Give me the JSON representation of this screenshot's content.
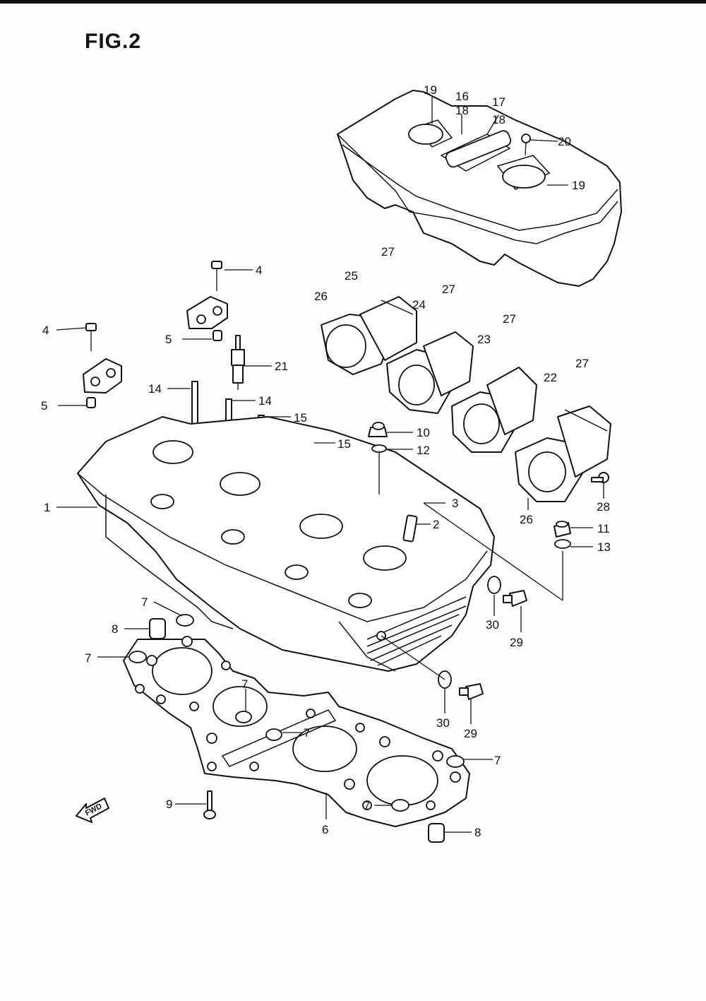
{
  "figure": {
    "title": "FIG.2"
  },
  "fwd_marker": {
    "text": "FWD",
    "icon": "forward-arrow-icon"
  },
  "callouts": [
    {
      "id": "c19a",
      "text": "19"
    },
    {
      "id": "c16",
      "text": "16"
    },
    {
      "id": "c18a",
      "text": "18"
    },
    {
      "id": "c17",
      "text": "17"
    },
    {
      "id": "c18b",
      "text": "18"
    },
    {
      "id": "c20",
      "text": "20"
    },
    {
      "id": "c19b",
      "text": "19"
    },
    {
      "id": "c4a",
      "text": "4"
    },
    {
      "id": "c27a",
      "text": "27"
    },
    {
      "id": "c25",
      "text": "25"
    },
    {
      "id": "c26a",
      "text": "26"
    },
    {
      "id": "c27b",
      "text": "27"
    },
    {
      "id": "c24",
      "text": "24"
    },
    {
      "id": "c27c",
      "text": "27"
    },
    {
      "id": "c4b",
      "text": "4"
    },
    {
      "id": "c5a",
      "text": "5"
    },
    {
      "id": "c23",
      "text": "23"
    },
    {
      "id": "c21",
      "text": "21"
    },
    {
      "id": "c27d",
      "text": "27"
    },
    {
      "id": "c22",
      "text": "22"
    },
    {
      "id": "c14a",
      "text": "14"
    },
    {
      "id": "c14b",
      "text": "14"
    },
    {
      "id": "c5b",
      "text": "5"
    },
    {
      "id": "c15a",
      "text": "15"
    },
    {
      "id": "c10",
      "text": "10"
    },
    {
      "id": "c15b",
      "text": "15"
    },
    {
      "id": "c12",
      "text": "12"
    },
    {
      "id": "c28",
      "text": "28"
    },
    {
      "id": "c1",
      "text": "1"
    },
    {
      "id": "c3",
      "text": "3"
    },
    {
      "id": "c26b",
      "text": "26"
    },
    {
      "id": "c2",
      "text": "2"
    },
    {
      "id": "c11",
      "text": "11"
    },
    {
      "id": "c13",
      "text": "13"
    },
    {
      "id": "c7a",
      "text": "7"
    },
    {
      "id": "c8a",
      "text": "8"
    },
    {
      "id": "c30a",
      "text": "30"
    },
    {
      "id": "c29a",
      "text": "29"
    },
    {
      "id": "c7b",
      "text": "7"
    },
    {
      "id": "c7c",
      "text": "7"
    },
    {
      "id": "c30b",
      "text": "30"
    },
    {
      "id": "c29b",
      "text": "29"
    },
    {
      "id": "c7d",
      "text": "7"
    },
    {
      "id": "c7e",
      "text": "7"
    },
    {
      "id": "c9",
      "text": "9"
    },
    {
      "id": "c7f",
      "text": "7"
    },
    {
      "id": "c6",
      "text": "6"
    },
    {
      "id": "c8b",
      "text": "8"
    }
  ]
}
